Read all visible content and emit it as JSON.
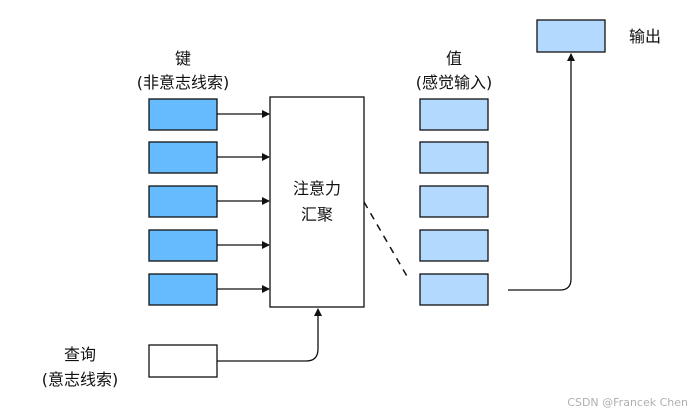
{
  "keys": {
    "title": "键",
    "subtitle": "(非意志线索)",
    "count": 5,
    "color": "#66bbff"
  },
  "values": {
    "title": "值",
    "subtitle": "(感觉输入)",
    "count": 5,
    "color": "#b3d9ff"
  },
  "pooling": {
    "line1": "注意力",
    "line2": "汇聚"
  },
  "query": {
    "title": "查询",
    "subtitle": "(意志线索)"
  },
  "output": {
    "label": "输出",
    "color": "#b3d9ff"
  },
  "watermark": "CSDN @Francek Chen"
}
